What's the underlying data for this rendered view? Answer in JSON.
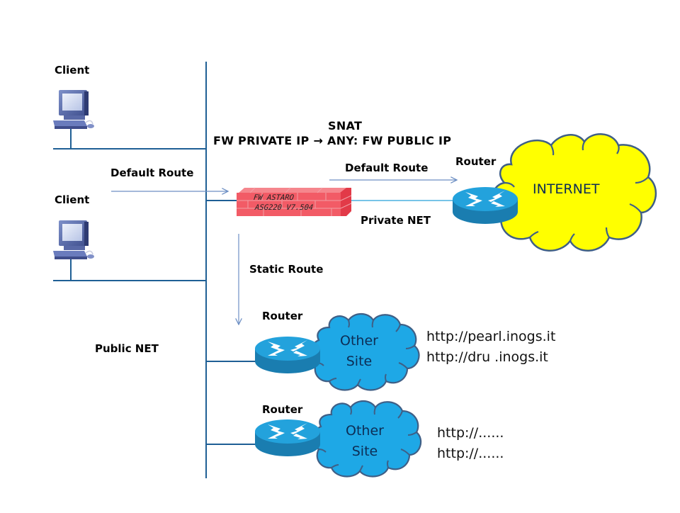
{
  "diagram": {
    "type": "network-topology",
    "colors": {
      "bus_line": "#1f5f95",
      "link_line": "#4a89c8",
      "arrow_line": "#6d8fc4",
      "firewall_fill": "#f25b66",
      "firewall_edge": "#e8888f",
      "router_top": "#23a2dc",
      "router_side": "#1a7db0",
      "internet_cloud_fill": "#ffff00",
      "site_cloud_fill": "#1ea8e6",
      "cloud_outline": "#3f5f86"
    },
    "clients": [
      {
        "label": "Client",
        "icon": "desktop-computer-icon"
      },
      {
        "label": "Client",
        "icon": "desktop-computer-icon"
      }
    ],
    "segments": {
      "public_net": "Public NET",
      "private_net": "Private NET"
    },
    "nat_rule": {
      "title": "SNAT",
      "rule": "FW PRIVATE IP → ANY: FW PUBLIC IP"
    },
    "routes": {
      "clients_default": "Default Route",
      "firewall_default": "Default Route",
      "static": "Static Route"
    },
    "firewall": {
      "icon": "firewall-brick-wall-icon",
      "line1": "FW ASTARO",
      "line2": "ASG220 V7.504"
    },
    "internet": {
      "router_label": "Router",
      "cloud_label": "INTERNET"
    },
    "sites": [
      {
        "router_label": "Router",
        "cloud_line1": "Other",
        "cloud_line2": "Site",
        "urls": [
          "http://pearl.inogs.it",
          "http://dru .inogs.it"
        ]
      },
      {
        "router_label": "Router",
        "cloud_line1": "Other",
        "cloud_line2": "Site",
        "urls": [
          "http://......",
          "http://......"
        ]
      }
    ]
  }
}
